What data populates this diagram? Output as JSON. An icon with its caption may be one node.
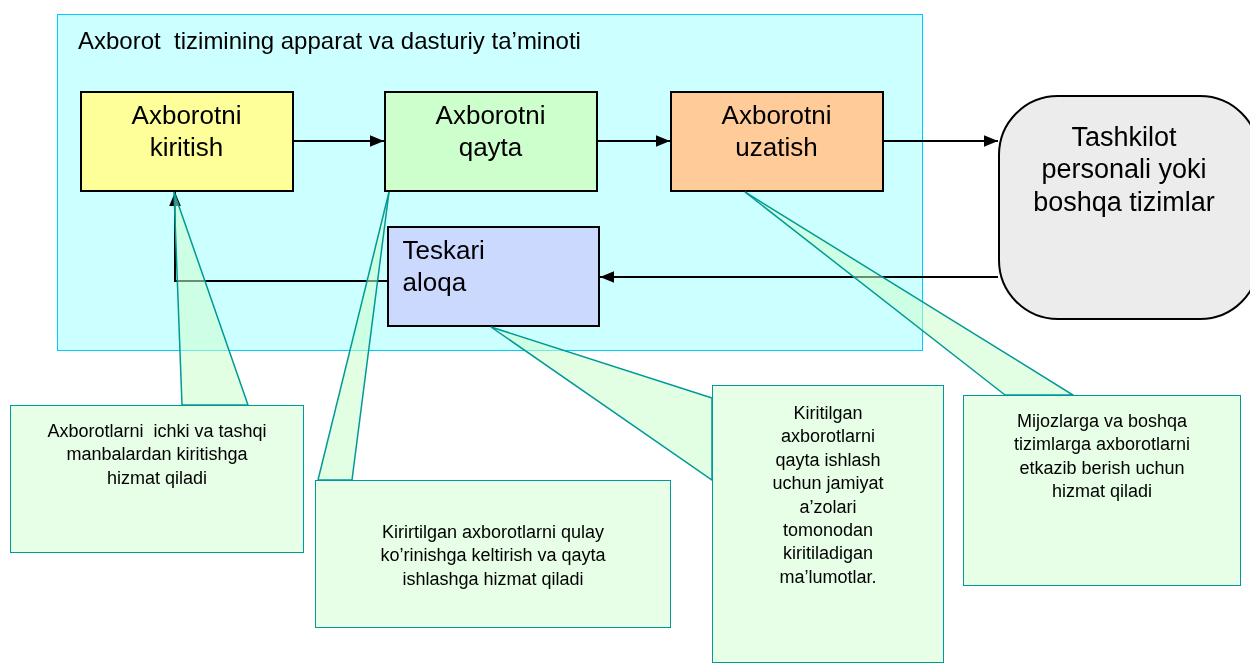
{
  "diagram": {
    "nodes": [
      {
        "text": [
          "Axborot  tizimining apparat va dasturiy ta’minoti"
        ]
      },
      {
        "text": [
          "Axborotni kiritish"
        ],
        "in": 0
      },
      {
        "text": [
          "Axborotni qayta"
        ],
        "in": 0
      },
      {
        "text": [
          "Axborotni uzatish"
        ],
        "in": 0
      },
      {
        "text": [
          "Teskari aloqa"
        ],
        "in": 0
      },
      {
        "text": [
          "Tashkilot personali yoki boshqa tizimlar"
        ]
      },
      {
        "text": [
          "Axborotlarni  ichki va tashqi manbalardan kiritishga hizmat qiladi"
        ]
      },
      {
        "text": [
          "Kirirtilgan axborotlarni qulay ko’rinishga keltirish va qayta ishlashga hizmat qiladi"
        ]
      },
      {
        "text": [
          "Kiritilgan axborotlarni qayta ishlash uchun jamiyat a’zolari tomonodan kiritiladigan ma’lumotlar."
        ]
      },
      {
        "text": [
          "Mijozlarga va boshqa tizimlarga axborotlarni  etkazib berish uchun hizmat qiladi"
        ]
      }
    ],
    "edges": [
      {
        "from": 1,
        "to": 2,
        "arrow": "to"
      },
      {
        "from": 2,
        "to": 3,
        "arrow": "to"
      },
      {
        "from": 3,
        "to": 5,
        "arrow": "to"
      },
      {
        "from": 5,
        "to": 4,
        "arrow": "to"
      },
      {
        "from": 4,
        "to": 1,
        "arrow": "to"
      },
      {
        "from": 6,
        "to": 1,
        "arrow": "none",
        "color": "#009999"
      },
      {
        "from": 7,
        "to": 2,
        "arrow": "none",
        "color": "#009999"
      },
      {
        "from": 8,
        "to": 4,
        "arrow": "none",
        "color": "#009999"
      },
      {
        "from": 9,
        "to": 3,
        "arrow": "none",
        "color": "#009999"
      }
    ]
  }
}
